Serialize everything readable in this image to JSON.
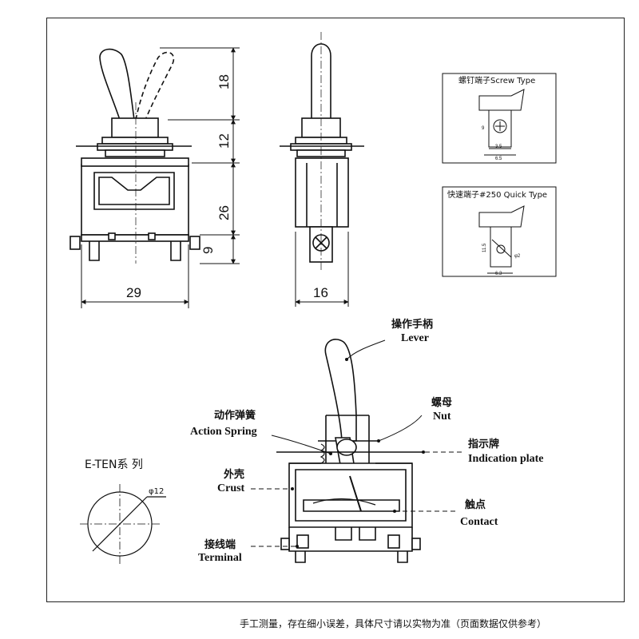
{
  "dimensions": {
    "lever_height": "18",
    "bushing_height": "12",
    "body_height": "26",
    "terminal_height": "9",
    "body_width": "29",
    "side_width": "16"
  },
  "screw_type": {
    "title": "螺钉端子Screw Type",
    "dim_a": "9",
    "dim_b": "3.5",
    "dim_c": "6.5"
  },
  "quick_type": {
    "title": "快速端子#250 Quick Type",
    "dim_a": "11.5",
    "dim_b": "φ2",
    "dim_c": "6.3"
  },
  "parts": {
    "lever_cn": "操作手柄",
    "lever_en": "Lever",
    "nut_cn": "螺母",
    "nut_en": "Nut",
    "spring_cn": "动作弹簧",
    "spring_en": "Action Spring",
    "plate_cn": "指示牌",
    "plate_en": "Indication plate",
    "crust_cn": "外壳",
    "crust_en": "Crust",
    "contact_cn": "触点",
    "contact_en": "Contact",
    "terminal_cn": "接线端",
    "terminal_en": "Terminal"
  },
  "series": {
    "name": "E-TEN系 列",
    "hole_dia": "φ12"
  },
  "footer": "手工测量，存在细小误差，具体尺寸请以实物为准（页面数据仅供参考）"
}
